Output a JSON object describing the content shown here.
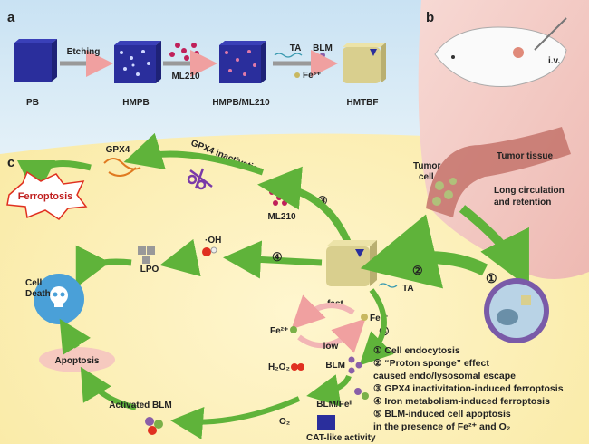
{
  "panels": {
    "a": "a",
    "b": "b",
    "c": "c"
  },
  "panel_a": {
    "steps": [
      "PB",
      "HMPB",
      "HMPB/ML210",
      "HMTBF"
    ],
    "arrow1": "Etching",
    "arrow2": "ML210",
    "arrow3": {
      "ta": "TA",
      "blm": "BLM",
      "fe": "Fe³⁺"
    }
  },
  "panel_b": {
    "injection": "i.v.",
    "tumor_tissue": "Tumor tissue",
    "tumor_cell": [
      "Tumor",
      "cell"
    ],
    "retention": [
      "Long circulation",
      "and retention"
    ],
    "step1": "①"
  },
  "panel_c": {
    "gpx4": "GPX4",
    "gpx4_inactivation": "GPX4 inactivation",
    "ferroptosis": "Ferroptosis",
    "ml210": "ML210",
    "step3": "③",
    "oh": "·OH",
    "step4": "④",
    "lpo": "LPO",
    "step2": "②",
    "cell_death": [
      "Cell",
      "Death"
    ],
    "ta": "TA",
    "fast": "fast",
    "fe3": "Fe³⁺",
    "fe2": "Fe²⁺",
    "low": "low",
    "step5": "⑤",
    "h2o2": "H₂O₂",
    "blm": "BLM",
    "apoptosis": "Apoptosis",
    "blm_fe": "BLM/Feᴵᴵ",
    "activated_blm": "Activated BLM",
    "o2": "O₂",
    "cat": "CAT-like activity"
  },
  "legend": [
    "① Cell endocytosis",
    "② “Proton sponge” effect",
    "caused endo/lysosomal escape",
    "③ GPX4 inactivitation-induced ferroptosis",
    "④ Iron metabolism-induced ferroptosis",
    "⑤ BLM-induced cell apoptosis",
    "in the presence of Fe²⁺ and O₂"
  ],
  "colors": {
    "panel_a_bg": "#d6eaf6",
    "panel_b_bg": "#f2c9c4",
    "panel_c_bg": "#fbeeb0",
    "arrow_green": "#5fb33a",
    "cube_blue": "#2a2e9c",
    "cube_gold": "#d9cf8e"
  }
}
